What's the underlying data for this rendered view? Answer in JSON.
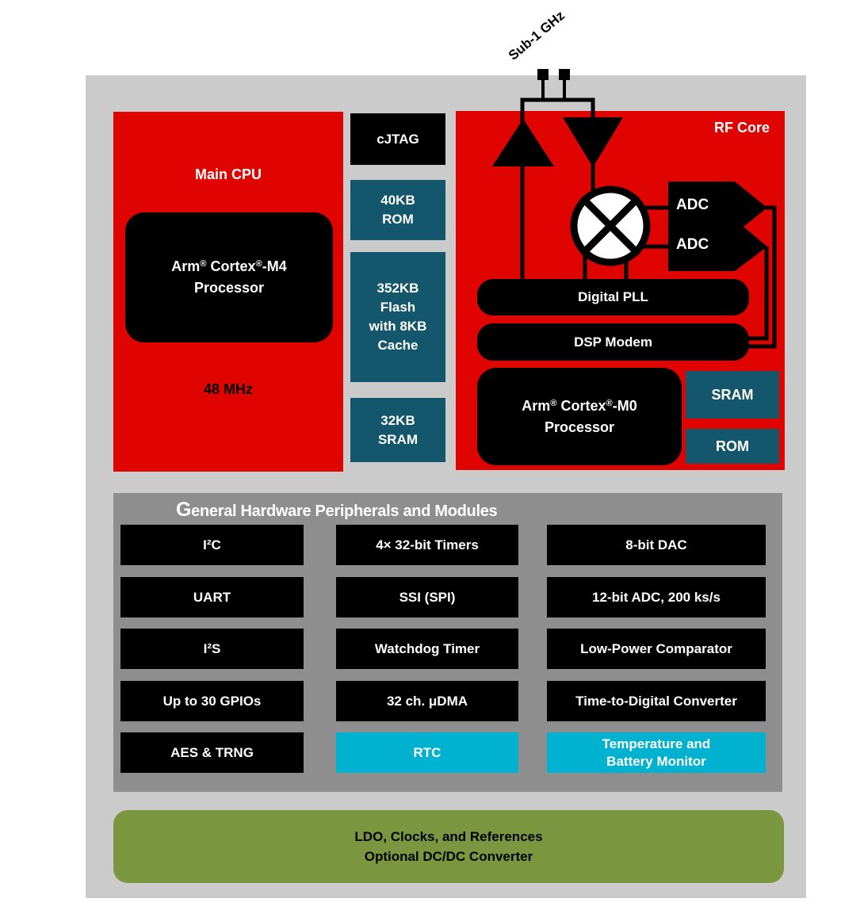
{
  "colors": {
    "red": "#e00400",
    "teal": "#14566b",
    "cyan": "#00b2cf",
    "panel_gray": "#8e8e8e",
    "background_gray": "#cbcbcb",
    "green": "#7a963e",
    "block_black": "#000000"
  },
  "antenna": {
    "label": "Sub-1 GHz"
  },
  "main_cpu": {
    "title": "Main CPU",
    "processor": {
      "p1": "Arm",
      "s1": "®",
      "p2": " Cortex",
      "s2": "®",
      "p3": "-M4",
      "line2": "Processor"
    },
    "clock": "48 MHz"
  },
  "memory_column": {
    "cjtag": "cJTAG",
    "rom": "40KB\nROM",
    "flash": "352KB\nFlash\nwith 8KB\nCache",
    "sram": "32KB\nSRAM"
  },
  "rf_core": {
    "title": "RF Core",
    "adc_top": "ADC",
    "adc_bottom": "ADC",
    "digital_pll": "Digital PLL",
    "dsp_modem": "DSP Modem",
    "processor": {
      "p1": "Arm",
      "s1": "®",
      "p2": " Cortex",
      "s2": "®",
      "p3": "-M0",
      "line2": "Processor"
    },
    "sram": "SRAM",
    "rom": "ROM"
  },
  "peripherals": {
    "title": "General Hardware Peripherals and Modules",
    "rows": [
      {
        "cells": [
          {
            "label": "I²C"
          },
          {
            "label": "4× 32-bit Timers"
          },
          {
            "label": "8-bit DAC"
          }
        ]
      },
      {
        "cells": [
          {
            "label": "UART"
          },
          {
            "label": "SSI (SPI)"
          },
          {
            "label": "12-bit ADC, 200 ks/s"
          }
        ]
      },
      {
        "cells": [
          {
            "label": "I²S"
          },
          {
            "label": "Watchdog Timer"
          },
          {
            "label": "Low-Power Comparator"
          }
        ]
      },
      {
        "cells": [
          {
            "label": "Up to 30 GPIOs"
          },
          {
            "label": "32 ch. μDMA"
          },
          {
            "label": "Time-to-Digital Converter"
          }
        ]
      },
      {
        "cells": [
          {
            "label": "AES & TRNG"
          },
          {
            "label": "RTC"
          },
          {
            "label": "Temperature and\nBattery Monitor"
          }
        ]
      }
    ]
  },
  "power": {
    "label": "LDO, Clocks, and References\nOptional DC/DC Converter"
  }
}
